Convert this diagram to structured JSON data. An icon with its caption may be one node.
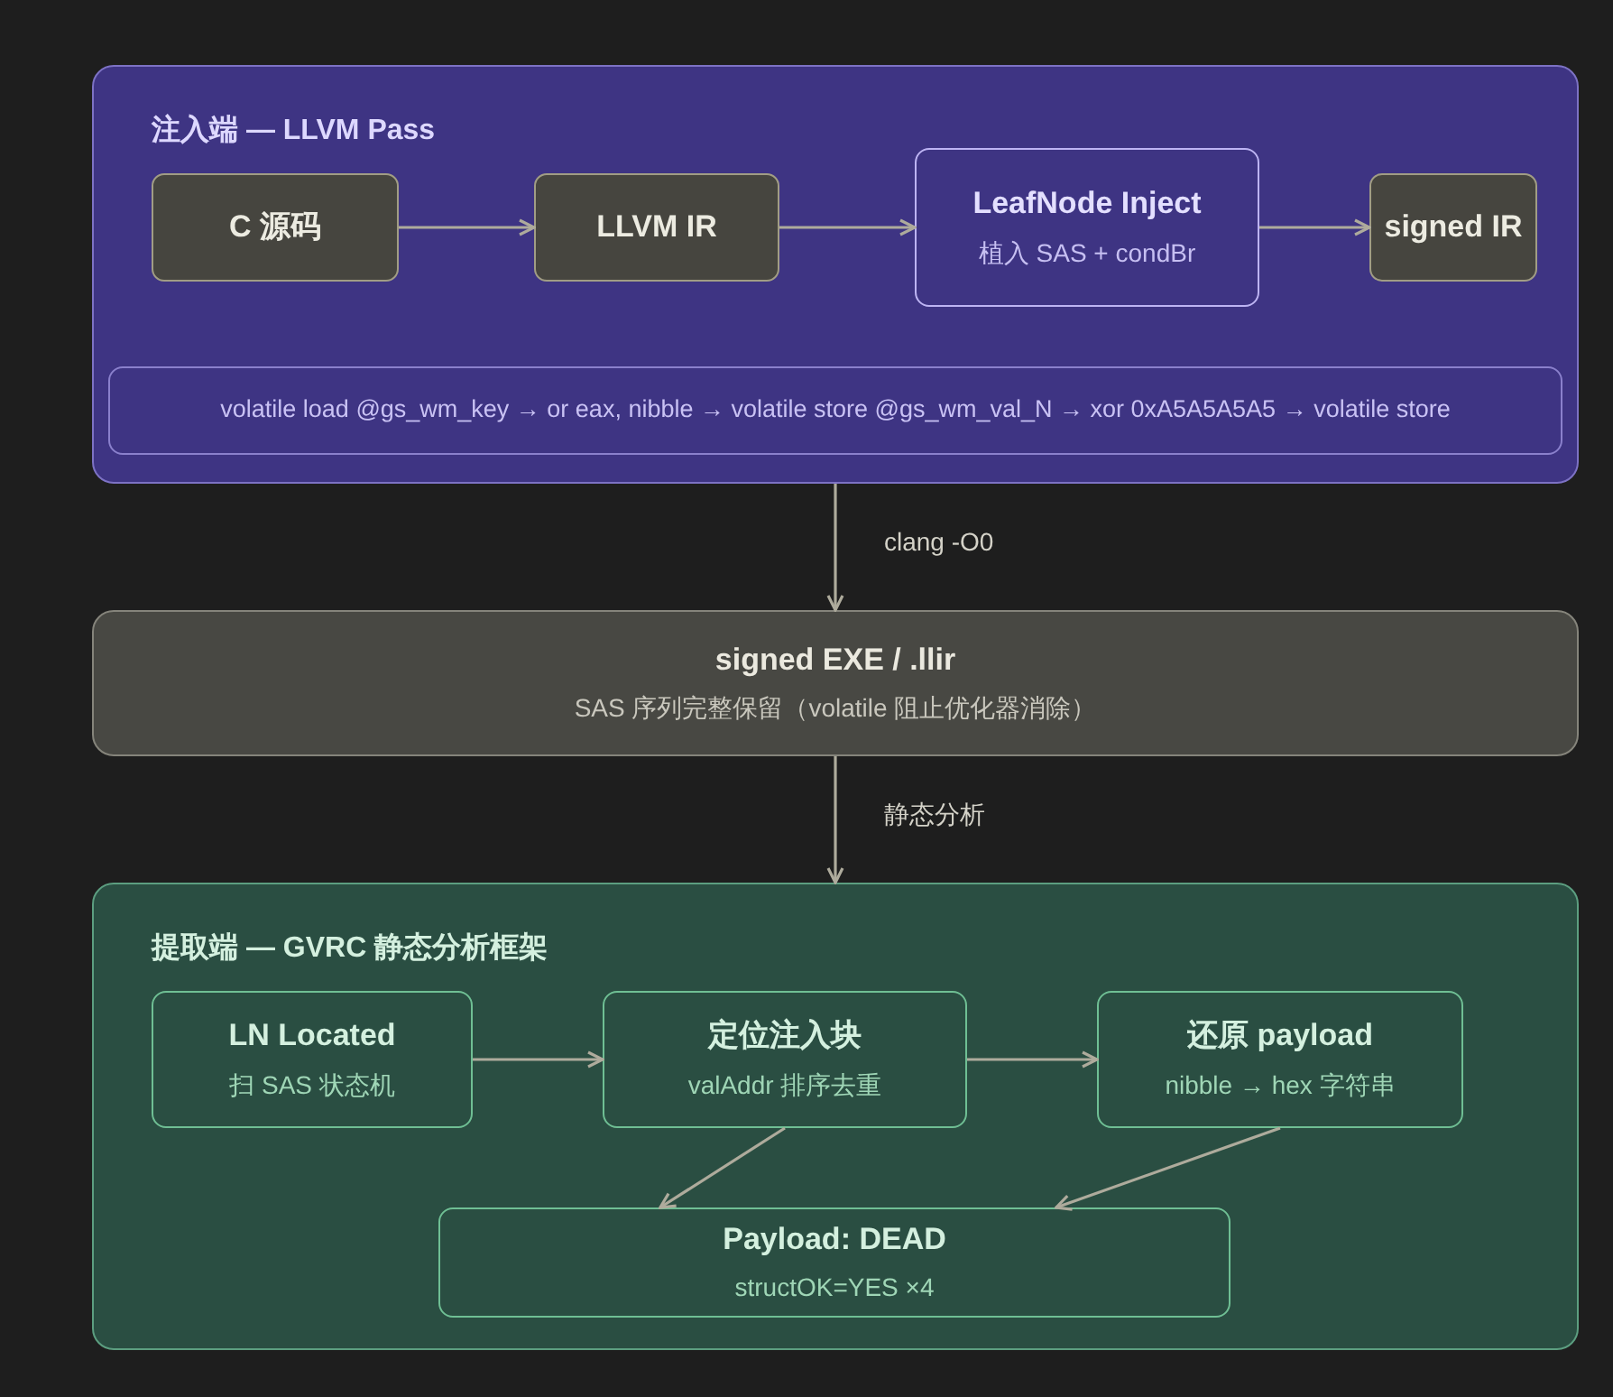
{
  "diagram": {
    "nodes": [
      {
        "text": [
          "注入端 — LLVM Pass"
        ]
      },
      {
        "text": [
          "C 源码"
        ],
        "in": 0
      },
      {
        "text": [
          "LLVM IR"
        ],
        "in": 0
      },
      {
        "text": [
          "LeafNode Inject",
          "植入 SAS + condBr"
        ],
        "in": 0
      },
      {
        "text": [
          "signed IR"
        ],
        "in": 0
      },
      {
        "text": [
          "volatile load @gs_wm_key → or eax, nibble → volatile store @gs_wm_val_N → xor 0xA5A5A5A5 → volatile store"
        ],
        "in": 0
      },
      {
        "text": [
          "signed EXE / .llir",
          "SAS 序列完整保留（volatile 阻止优化器消除）"
        ]
      },
      {
        "text": [
          "提取端 — GVRC 静态分析框架"
        ]
      },
      {
        "text": [
          "LN Located",
          "扫 SAS 状态机"
        ],
        "in": 7
      },
      {
        "text": [
          "定位注入块",
          "valAddr 排序去重"
        ],
        "in": 7
      },
      {
        "text": [
          "还原 payload",
          "nibble → hex 字符串"
        ],
        "in": 7
      },
      {
        "text": [
          "Payload: DEAD",
          "structOK=YES ×4"
        ],
        "in": 7
      }
    ],
    "edges": [
      {
        "from": 1,
        "to": 2,
        "arrow": "to"
      },
      {
        "from": 2,
        "to": 3,
        "arrow": "to"
      },
      {
        "from": 3,
        "to": 4,
        "arrow": "to"
      },
      {
        "from": 0,
        "to": 6,
        "arrow": "to",
        "label": "clang -O0"
      },
      {
        "from": 6,
        "to": 7,
        "arrow": "to",
        "label": "静态分析"
      },
      {
        "from": 8,
        "to": 9,
        "arrow": "to"
      },
      {
        "from": 9,
        "to": 10,
        "arrow": "to"
      },
      {
        "from": 9,
        "to": 11,
        "arrow": "to"
      },
      {
        "from": 10,
        "to": 11,
        "arrow": "to"
      }
    ]
  }
}
